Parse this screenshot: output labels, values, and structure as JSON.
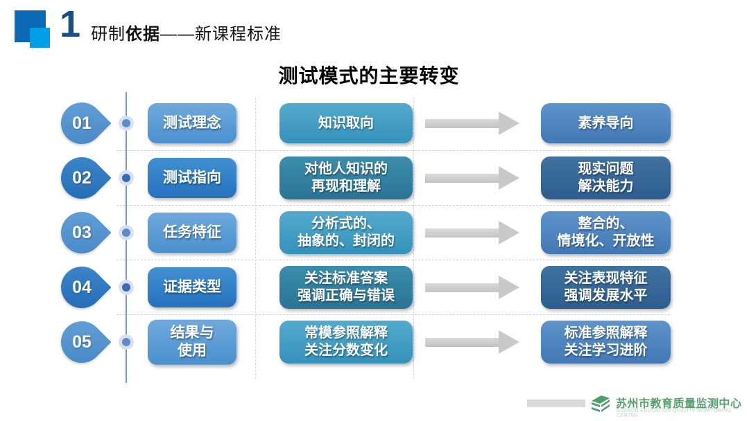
{
  "header": {
    "section_number": "1",
    "title_prefix": "研制",
    "title_emphasis": "依据",
    "title_suffix": "——新课程标准"
  },
  "slide_title": "测试模式的主要转变",
  "rows": [
    {
      "number": "01",
      "label": "测试理念",
      "from": "知识取向",
      "to": "素养导向"
    },
    {
      "number": "02",
      "label": "测试指向",
      "from": "对他人知识的\n再现和理解",
      "to": "现实问题\n解决能力"
    },
    {
      "number": "03",
      "label": "任务特征",
      "from": "分析式的、\n抽象的、封闭的",
      "to": "整合的、\n情境化、开放性"
    },
    {
      "number": "04",
      "label": "证据类型",
      "from": "关注标准答案\n强调正确与错误",
      "to": "关注表现特征\n强调发展水平"
    },
    {
      "number": "05",
      "label": "结果与\n使用",
      "from": "常模参照解释\n关注分数变化",
      "to": "标准参照解释\n关注学习进阶"
    }
  ],
  "footer": {
    "org_name_cn": "苏州市教育质量监测中心",
    "org_name_en": "SUZHOU EDUCATION QUALITY MONITORING CENTER"
  },
  "palette": {
    "header_square_dark": "#0c6ab5",
    "header_square_light": "#00a0e9",
    "section_number_blue": "#1c4e80",
    "badge_light": "#4f90c9",
    "badge_dark": "#2d74c0",
    "label_light": "#5b9bd5",
    "label_dark": "#2e7ac2",
    "from_light": "#3f9fc4",
    "from_dark": "#2f7e9e",
    "to_light": "#4c83bd",
    "to_dark": "#33659b",
    "arrow_gray": "#c9c9c9",
    "logo_green": "#55a06e"
  }
}
